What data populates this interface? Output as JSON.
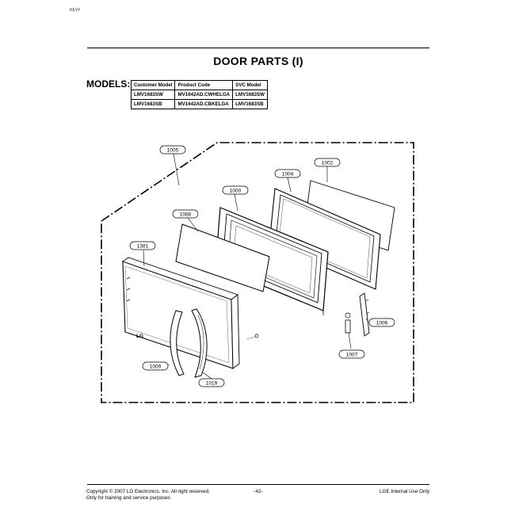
{
  "corner_mark": "REV#",
  "title": "DOOR PARTS (I)",
  "models_label": "MODELS:",
  "models_table": {
    "headers": [
      "Customer Model",
      "Product Code",
      "SVC Model"
    ],
    "rows": [
      [
        "LMV1683SW",
        "MV1642AD.CWHELGA",
        "LMV1683SW"
      ],
      [
        "LMV1683SB",
        "MV1642AD.CBKELGA",
        "LMV1683SB"
      ]
    ]
  },
  "callouts": {
    "c1005": "1005",
    "c1004": "1004",
    "c1002": "1002",
    "c1000": "1000",
    "c1088": "1088",
    "c1381": "1381",
    "c1006": "1006",
    "c1007": "1007",
    "c1009": "1009",
    "c1019": "1019"
  },
  "door_logo": "LG",
  "footer": {
    "copyright_line1": "Copyright © 2007 LG Electronics. Inc. All right reserved.",
    "copyright_line2": "Only for training and service purposes",
    "page_number": "-42-",
    "internal": "LGE Internal Use Only"
  }
}
